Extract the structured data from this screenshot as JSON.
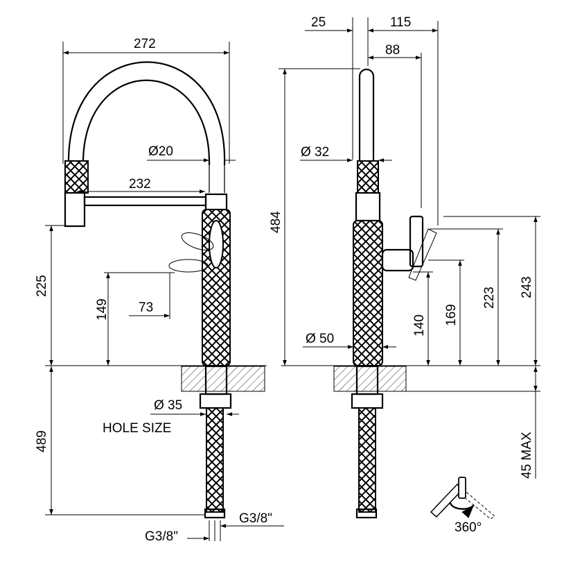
{
  "dims": {
    "overall_reach": "272",
    "spout_diameter": "Ø20",
    "spray_reach": "232",
    "spout_height": "225",
    "handle_height": "149",
    "handle_reach": "73",
    "below_deck_length": "489",
    "hole_diameter": "Ø 35",
    "hole_size_label": "HOLE SIZE",
    "connector_left": "G3/8\"",
    "connector_right": "G3/8\"",
    "top_offset": "25",
    "lever_reach": "115",
    "spray_offset": "88",
    "total_height": "484",
    "spray_diameter": "Ø 32",
    "body_diameter": "Ø 50",
    "lever_low": "140",
    "lever_mid": "169",
    "lever_high": "223",
    "lever_open": "243",
    "deck_thickness": "45 MAX",
    "rotation": "360°"
  }
}
